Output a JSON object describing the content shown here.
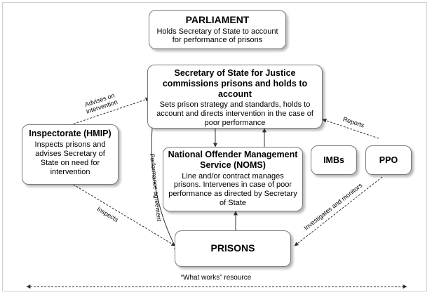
{
  "nodes": {
    "parliament": {
      "title": "PARLIAMENT",
      "desc": "Holds Secretary of State to account for performance of prisons"
    },
    "sos": {
      "title": "Secretary of State for Justice commissions prisons and holds to account",
      "desc": "Sets prison strategy and standards, holds to account and directs intervention in the case of poor performance"
    },
    "hmip": {
      "title": "Inspectorate (HMIP)",
      "desc": "Inspects prisons and advises Secretary of State on need for intervention"
    },
    "noms": {
      "title": "National Offender Management Service (NOMS)",
      "desc": "Line and/or contract manages prisons.  Intervenes in case of poor performance as directed by Secretary of State"
    },
    "imbs": {
      "title": "IMBs"
    },
    "ppo": {
      "title": "PPO"
    },
    "prisons": {
      "title": "PRISONS"
    }
  },
  "edge_labels": {
    "advises": "Advises on intervention",
    "reports": "Reports",
    "performance": "Performance agreement",
    "inspects": "Inspects",
    "investigates": "Investigates and monitors",
    "what_works": "“What works” resource"
  }
}
